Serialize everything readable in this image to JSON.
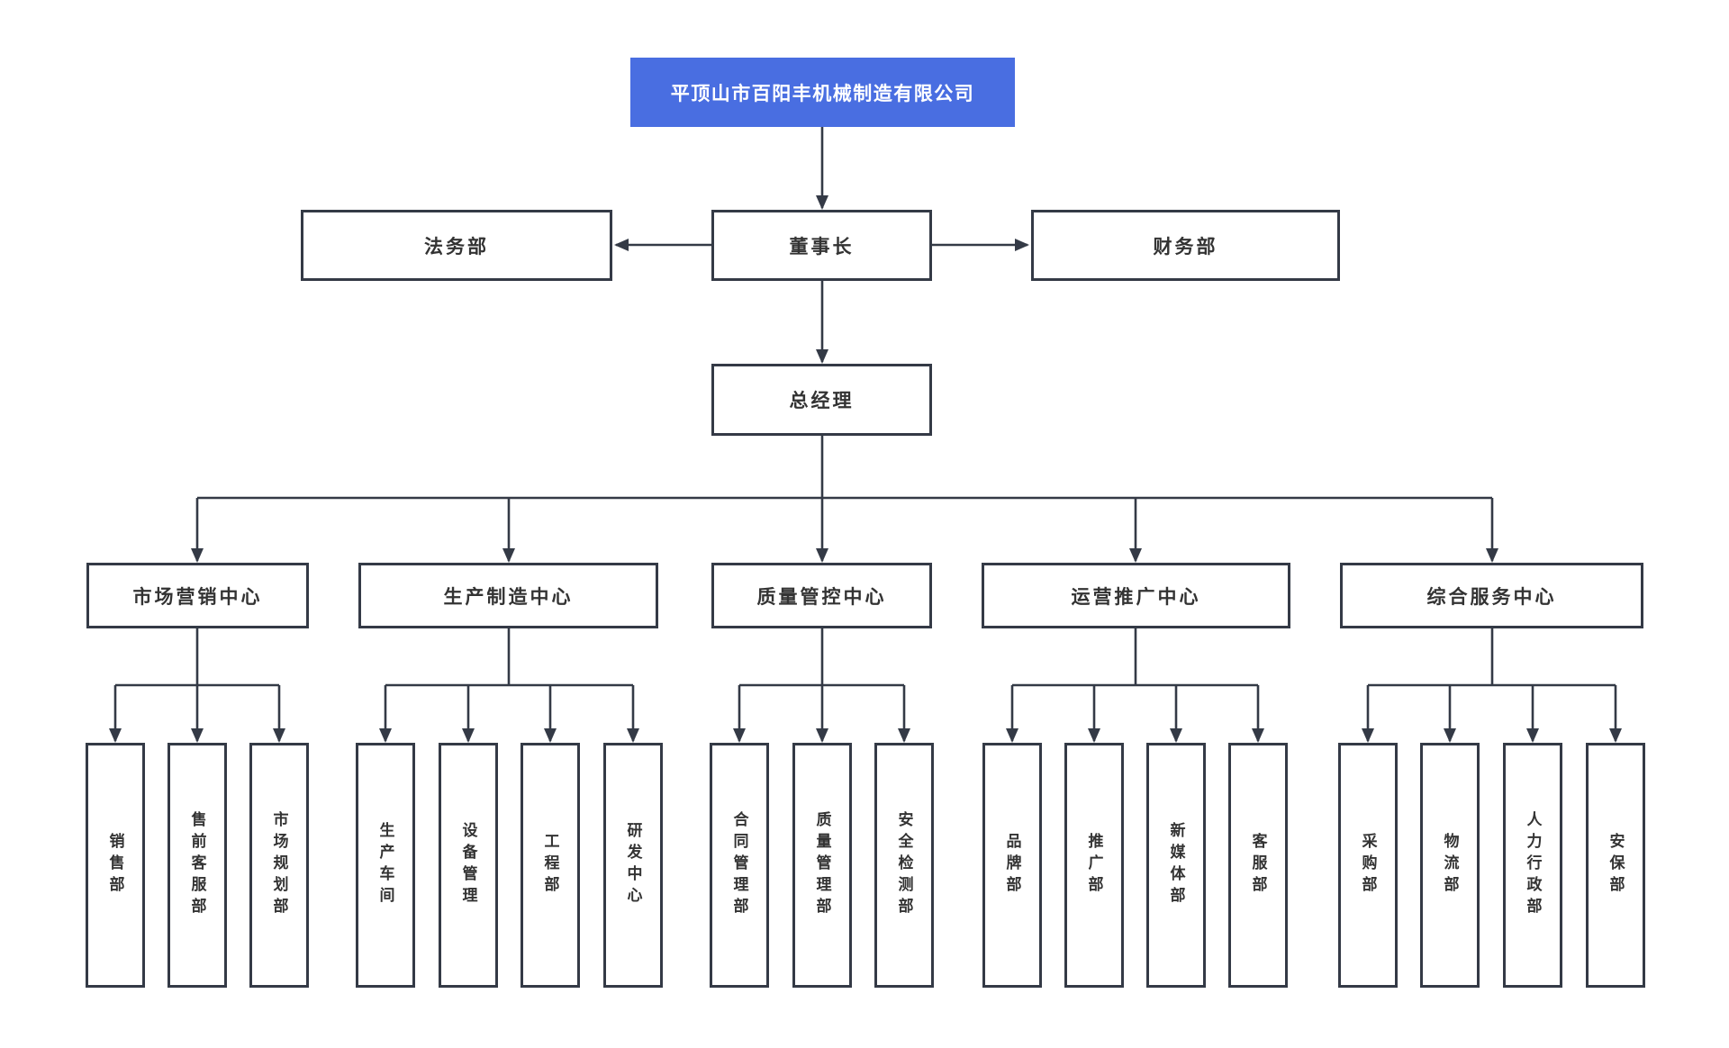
{
  "org": {
    "company": "平顶山市百阳丰机械制造有限公司",
    "chairman": "董事长",
    "legal_dept": "法务部",
    "finance_dept": "财务部",
    "general_manager": "总经理",
    "centers": [
      {
        "label": "市场营销中心",
        "departments": [
          "销售部",
          "售前客服部",
          "市场规划部"
        ]
      },
      {
        "label": "生产制造中心",
        "departments": [
          "生产车间",
          "设备管理",
          "工程部",
          "研发中心"
        ]
      },
      {
        "label": "质量管控中心",
        "departments": [
          "合同管理部",
          "质量管理部",
          "安全检测部"
        ]
      },
      {
        "label": "运营推广中心",
        "departments": [
          "品牌部",
          "推广部",
          "新媒体部",
          "客服部"
        ]
      },
      {
        "label": "综合服务中心",
        "departments": [
          "采购部",
          "物流部",
          "人力行政部",
          "安保部"
        ]
      }
    ]
  },
  "colors": {
    "root_bg": "#496ee1",
    "root_text": "#ffffff",
    "line": "#343a46",
    "box_border": "#343a46",
    "box_text": "#333333",
    "box_bg": "#ffffff"
  }
}
